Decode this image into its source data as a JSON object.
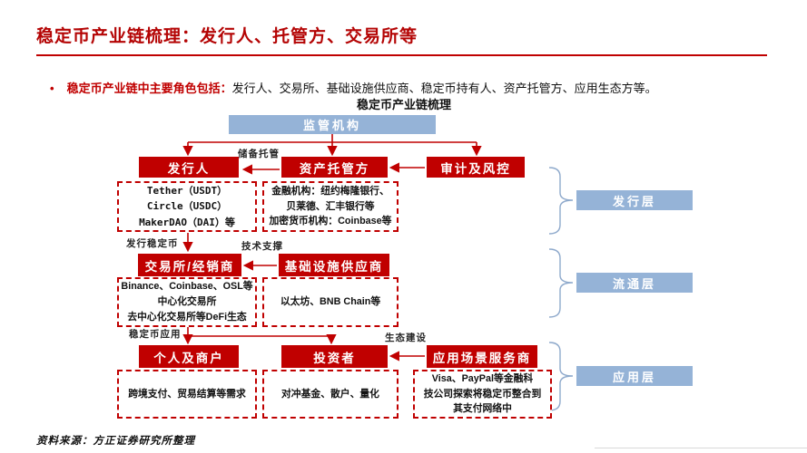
{
  "header": {
    "title": "稳定币产业链梳理：发行人、托管方、交易所等"
  },
  "bullet": {
    "dot": "•",
    "lead": "稳定币产业链中主要角色包括：",
    "rest": "发行人、交易所、基础设施供应商、稳定币持有人、资产托管方、应用生态方等。"
  },
  "diagram": {
    "title": "稳定币产业链梳理",
    "regulator": "监管机构",
    "nodes": {
      "issuer": "发行人",
      "custodian": "资产托管方",
      "audit": "审计及风控",
      "exchange": "交易所/经销商",
      "infra": "基础设施供应商",
      "individual": "个人及商户",
      "investor": "投资者",
      "app_provider": "应用场景服务商"
    },
    "details": {
      "issuer": [
        "Tether（USDT）",
        "Circle（USDC）",
        "MakerDAO（DAI）等"
      ],
      "custodian": [
        "金融机构：纽约梅隆银行、",
        "贝莱德、汇丰银行等",
        "加密货币机构：Coinbase等"
      ],
      "exchange": [
        "Binance、Coinbase、OSL等",
        "中心化交易所",
        "去中心化交易所等DeFi生态"
      ],
      "infra": [
        "以太坊、BNB Chain等"
      ],
      "individual": [
        "跨境支付、贸易结算等需求"
      ],
      "investor": [
        "对冲基金、散户、量化"
      ],
      "app_provider": [
        "Visa、PayPal等金融科",
        "技公司探索将稳定币整合到",
        "其支付网络中"
      ]
    },
    "edge_labels": {
      "reserve_custody": "储备托管",
      "issue_stablecoin": "发行稳定币",
      "tech_support": "技术支撑",
      "stablecoin_app": "稳定币应用",
      "eco_build": "生态建设"
    },
    "layers": [
      "发行层",
      "流通层",
      "应用层"
    ]
  },
  "footer": {
    "source": "资料来源：方正证券研究所整理"
  },
  "colors": {
    "accent_red": "#c00000",
    "title_red": "#b40404",
    "box_blue": "#95b3d7",
    "brace_blue": "#8faacc"
  }
}
